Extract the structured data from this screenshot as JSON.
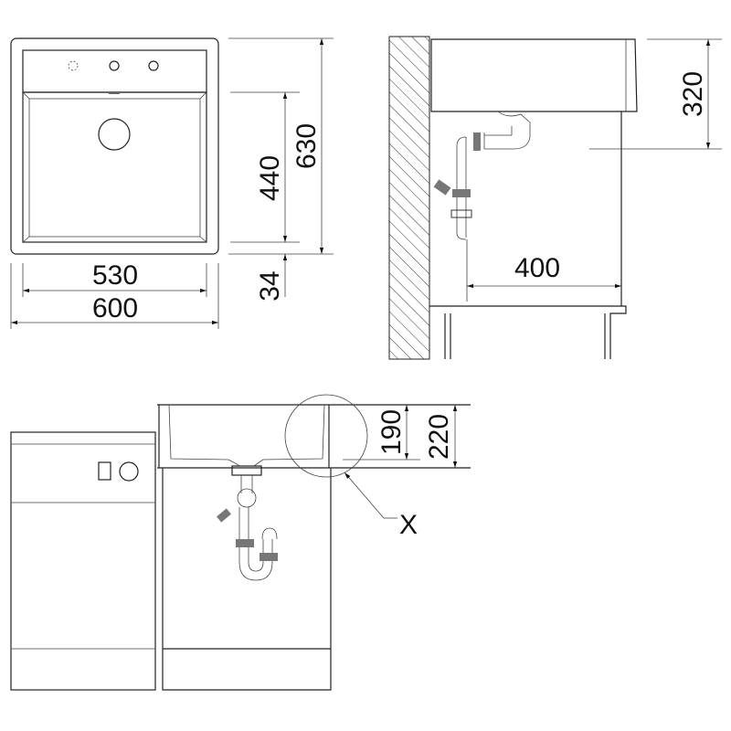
{
  "top_view": {
    "width_inner": "530",
    "width_outer": "600",
    "depth_inner": "440",
    "depth_outer": "630",
    "rim": "34"
  },
  "side_view": {
    "depth": "320",
    "drain_offset": "400"
  },
  "front_view": {
    "bowl_depth": "190",
    "total_depth": "220",
    "detail_label": "X"
  }
}
